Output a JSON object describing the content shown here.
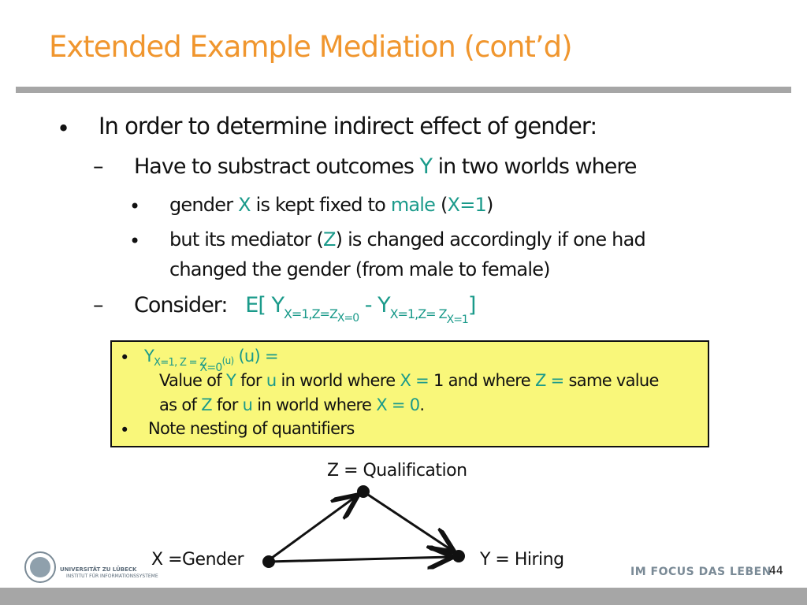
{
  "title": "Extended Example Mediation (cont’d)",
  "bullet1": "In order to determine indirect effect of gender:",
  "sub1": {
    "a": "Have to substract outcomes ",
    "y": "Y",
    "b": " in two worlds where"
  },
  "item1": {
    "a": "gender ",
    "x": "X",
    "b": " is kept fixed to ",
    "male": "male",
    "c": " (",
    "x1": "X=1",
    "d": ")"
  },
  "item2": {
    "a": "but its mediator (",
    "z": "Z",
    "b": ") is changed accordingly if one had",
    "c": "changed the gender (from male to female)"
  },
  "consider": {
    "label": "Consider:",
    "e": "E[ Y",
    "s1": "X=1,Z=Z",
    "s1b": "X=0",
    "minus": " -   Y",
    "s2": "X=1,Z= Z",
    "s2b": "X=1",
    "close": "]"
  },
  "box": {
    "f_y": "Y",
    "f_sub": "X=1, Z = Z",
    "f_subsub": "X=0",
    "f_u": "(u)",
    "f_rest": " (u) =",
    "l1": [
      "Value of ",
      "Y",
      " for ",
      "u",
      " in world where ",
      "X = ",
      "1 and where ",
      "Z = ",
      "same value"
    ],
    "l2": [
      "as of ",
      "Z",
      " for ",
      "u",
      " in world where ",
      "X = 0",
      "."
    ],
    "note": "Note nesting of quantifiers"
  },
  "diagram": {
    "z": "Z = Qualification",
    "x": "X =Gender",
    "y": "Y  =  Hiring"
  },
  "footer": {
    "uni": "UNIVERSITÄT ZU LÜBECK",
    "inst": "INSTITUT FÜR INFORMATIONSSYSTEME",
    "motto": "IM FOCUS DAS LEBEN",
    "page": "44"
  },
  "colors": {
    "title": "#f0962e",
    "accent": "#1a9a8a",
    "box": "#f9f77a",
    "bar": "#a6a6a6"
  }
}
